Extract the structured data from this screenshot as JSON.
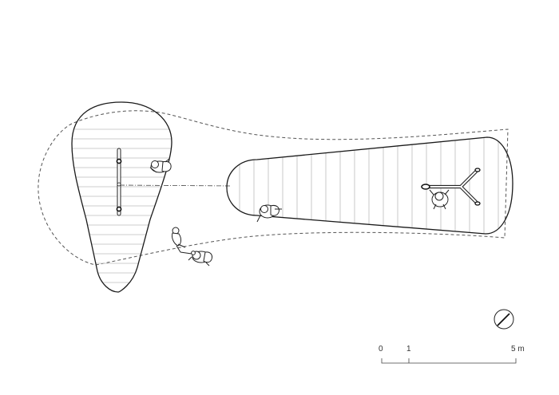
{
  "scale_bar": {
    "label_0": "0",
    "label_1": "1",
    "label_5": "5 m"
  },
  "colors": {
    "line": "#1a1a1a",
    "plank": "#bdbdbd",
    "dashed": "#555555"
  }
}
